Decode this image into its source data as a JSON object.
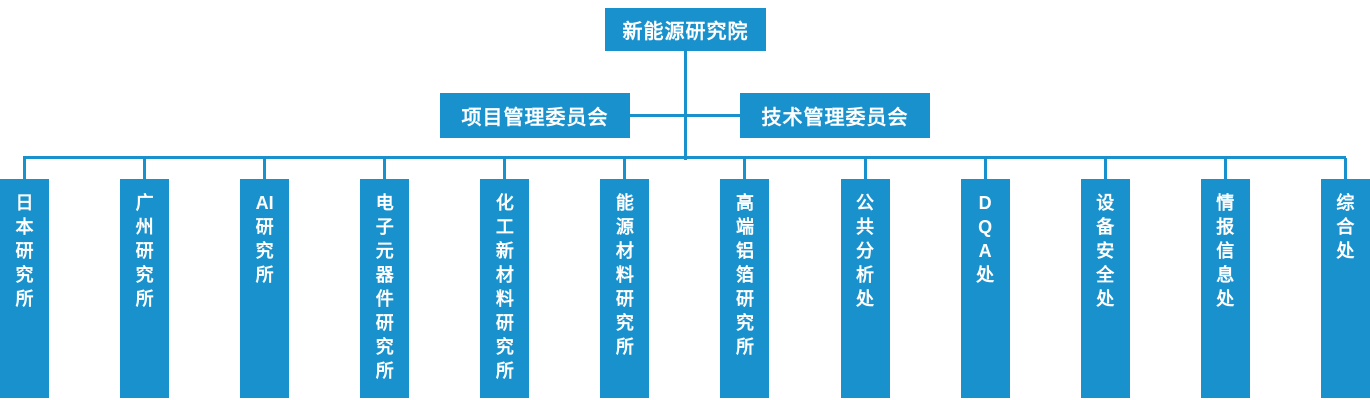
{
  "colors": {
    "accent": "#1991cd",
    "text_on_accent": "#ffffff",
    "background": "#ffffff"
  },
  "root": {
    "label": "新能源研究院"
  },
  "committees": [
    {
      "label": "项目管理委员会"
    },
    {
      "label": "技术管理委员会"
    }
  ],
  "departments": [
    {
      "name": "日本研究所",
      "display": "日\n本\n研\n究\n所"
    },
    {
      "name": "广州研究所",
      "display": "广\n州\n研\n究\n所"
    },
    {
      "name": "AI研究所",
      "display": "AI\n研\n究\n所"
    },
    {
      "name": "电子元器件研究所",
      "display": "电\n子\n元\n器\n件\n研\n究\n所"
    },
    {
      "name": "化工新材料研究所",
      "display": "化\n工\n新\n材\n料\n研\n究\n所"
    },
    {
      "name": "能源材料研究所",
      "display": "能\n源\n材\n料\n研\n究\n所"
    },
    {
      "name": "高端铝箔研究所",
      "display": "高\n端\n铝\n箔\n研\n究\n所"
    },
    {
      "name": "公共分析处",
      "display": "公\n共\n分\n析\n处"
    },
    {
      "name": "DQA处",
      "display": "D\nQ\nA\n处"
    },
    {
      "name": "设备安全处",
      "display": "设\n备\n安\n全\n处"
    },
    {
      "name": "情报信息处",
      "display": "情\n报\n信\n息\n处"
    },
    {
      "name": "综合处",
      "display": "综\n合\n处"
    }
  ]
}
